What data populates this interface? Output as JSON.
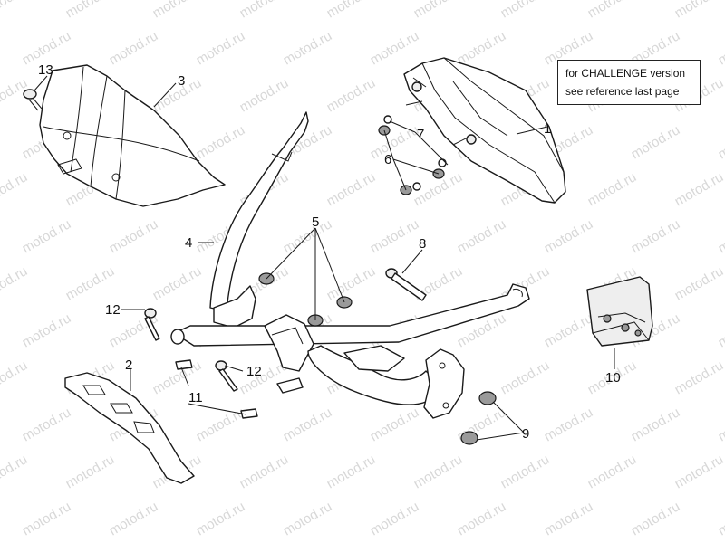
{
  "watermark": "motod.ru",
  "note": {
    "line1": "for CHALLENGE version",
    "line2": "see reference last page"
  },
  "callouts": {
    "p1": "1",
    "p2": "2",
    "p3": "3",
    "p4": "4",
    "p5": "5",
    "p6": "6",
    "p7": "7",
    "p8": "8",
    "p9": "9",
    "p10": "10",
    "p11": "11",
    "p12a": "12",
    "p12b": "12",
    "p13": "13"
  }
}
